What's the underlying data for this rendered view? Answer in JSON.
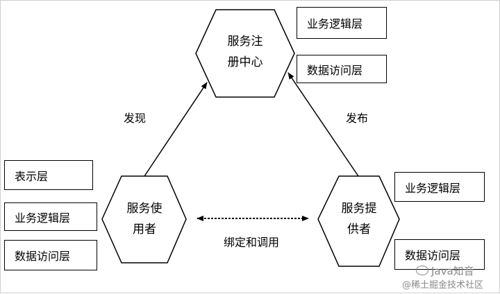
{
  "nodes": {
    "registry": "服务注\n册中心",
    "consumer": "服务使\n用者",
    "provider": "服务提\n供者"
  },
  "registry_layers": [
    "业务逻辑层",
    "数据访问层"
  ],
  "consumer_layers": [
    "表示层",
    "业务逻辑层",
    "数据访问层"
  ],
  "provider_layers": [
    "业务逻辑层",
    "数据访问层"
  ],
  "edges": {
    "discover": "发现",
    "publish": "发布",
    "bind_invoke": "绑定和调用"
  },
  "watermark": {
    "line1": "Java知音",
    "line2": "@稀土掘金技术社区"
  }
}
